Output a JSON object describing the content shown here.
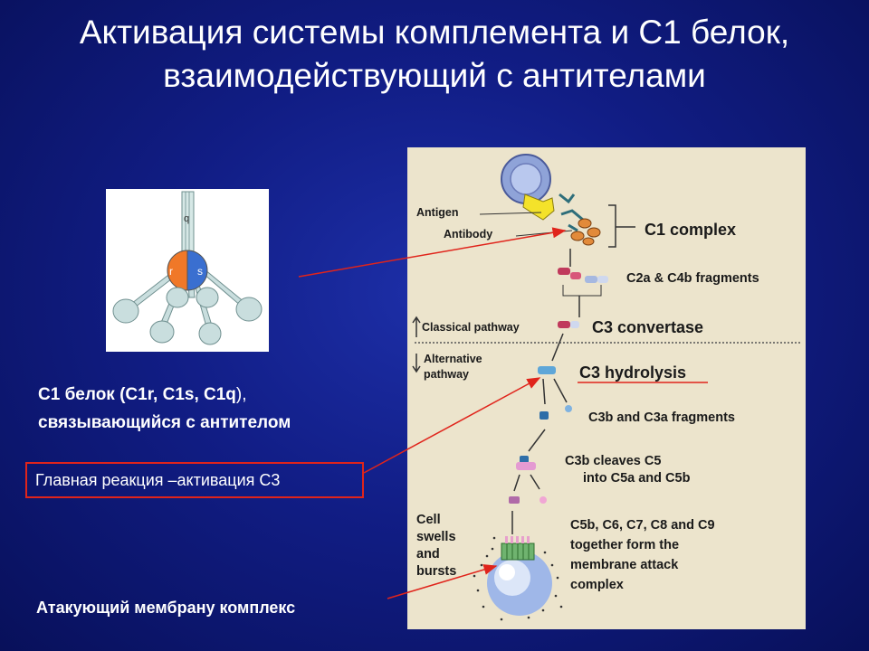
{
  "slide": {
    "title_line1": "Активация системы комплемента и С1 белок,",
    "title_line2": "взаимодействующий с антителами"
  },
  "c1_figure": {
    "label_q": "q",
    "label_r": "r",
    "label_s": "s"
  },
  "caption": {
    "line1_bold": "С1 белок (C1r, C1s, C1q",
    "line1_tail": "),",
    "line2": "связывающийся с антителом"
  },
  "main_reaction": "Главная реакция –активация С3",
  "attack_complex_label": "Атакующий мембрану комплекс",
  "diagram": {
    "antigen": "Antigen",
    "antibody": "Antibody",
    "c1_complex": "C1 complex",
    "c2a_c4b": "C2a & C4b fragments",
    "classical_pathway": "Classical pathway",
    "c3_convertase": "C3 convertase",
    "alternative_line1": "Alternative",
    "alternative_line2": "pathway",
    "c3_hydrolysis": "C3 hydrolysis",
    "c3b_c3a": "C3b and C3a fragments",
    "c3b_cleaves_line1": "C3b cleaves C5",
    "c3b_cleaves_line2": "into C5a and C5b",
    "cell_line1": "Cell",
    "cell_line2": "swells",
    "cell_line3": "and",
    "cell_line4": "bursts",
    "mac_line1": "C5b, C6, C7, C8 and  C9",
    "mac_line2": "together form the",
    "mac_line3": "membrane attack",
    "mac_line4": "complex"
  },
  "colors": {
    "background": "#111d85",
    "annotation_red": "#e0241b",
    "diagram_bg": "#ece4cc",
    "c1r_orange": "#f07828",
    "c1s_blue": "#3a6fd0",
    "globule": "#c9dede"
  }
}
